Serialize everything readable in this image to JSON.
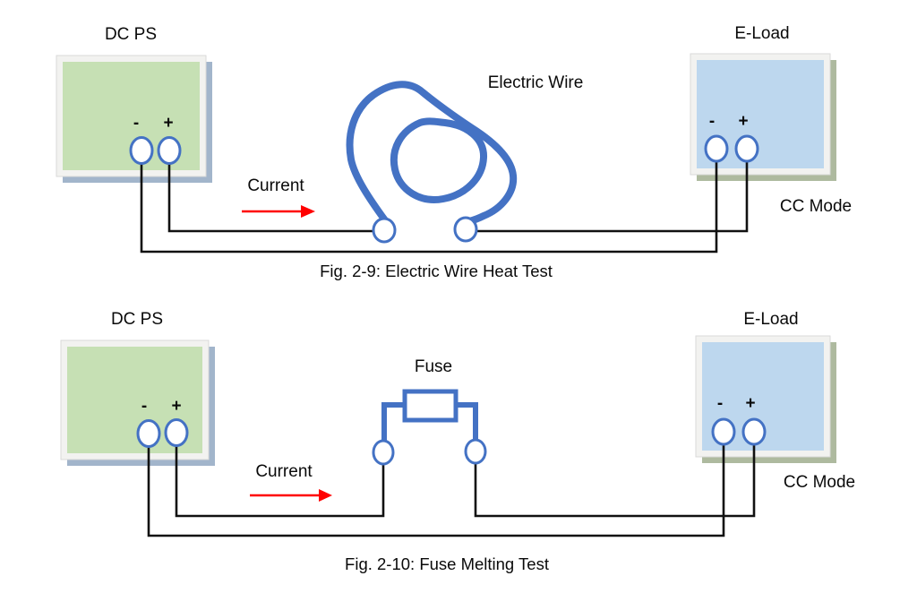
{
  "page": {
    "background": "#ffffff",
    "description": "Two wiring diagrams: electric wire heat test and fuse melting test"
  },
  "colors": {
    "wire_blue": "#4472C4",
    "wire_black": "#111111",
    "arrow_red": "#FF0000",
    "box_green": "#C6E0B4",
    "box_blue": "#BDD7EE",
    "frame": "#F2F2F0",
    "frame_outline": "#D9D9D9",
    "shadow_blue": "#A2B5CB",
    "shadow_green": "#AEBA9F",
    "terminal_fill": "#FFFFFF"
  },
  "fig1": {
    "caption": "Fig. 2-9: Electric Wire Heat Test",
    "component": "Electric Wire",
    "current": "Current",
    "dcps": {
      "title": "DC PS",
      "minus": "-",
      "plus": "+"
    },
    "eload": {
      "title": "E-Load",
      "minus": "-",
      "plus": "+",
      "mode": "CC Mode"
    }
  },
  "fig2": {
    "caption": "Fig. 2-10: Fuse Melting Test",
    "component": "Fuse",
    "current": "Current",
    "dcps": {
      "title": "DC PS",
      "minus": "-",
      "plus": "+"
    },
    "eload": {
      "title": "E-Load",
      "minus": "-",
      "plus": "+",
      "mode": "CC Mode"
    }
  }
}
